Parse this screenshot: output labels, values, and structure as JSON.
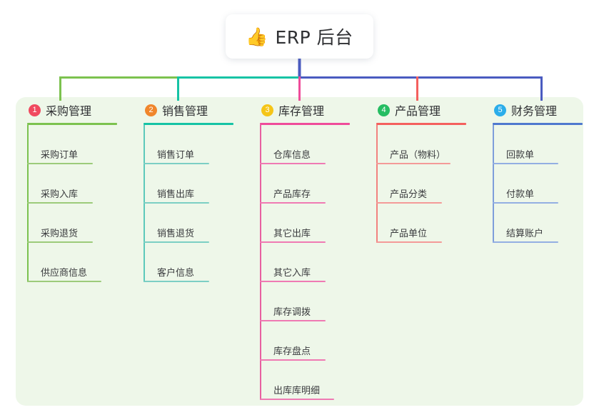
{
  "root": {
    "icon": "thumbs-up-icon",
    "emoji": "👍",
    "title": "ERP 后台"
  },
  "colors": {
    "panel_bg": "#eef7e9",
    "root_stem": "#4a5bc0",
    "bar_left": "#7cc24f",
    "bar_mid": "#16c3a5",
    "bar_right": "#4a5bc0",
    "page_bg": "#ffffff",
    "text": "#2f3033"
  },
  "columns": [
    {
      "number": "1",
      "badge_color": "#f0495f",
      "line_color": "#7cc24f",
      "title": "采购管理",
      "items": [
        "采购订单",
        "采购入库",
        "采购退货",
        "供应商信息"
      ]
    },
    {
      "number": "2",
      "badge_color": "#f0862c",
      "line_color": "#16c3a5",
      "title": "销售管理",
      "items": [
        "销售订单",
        "销售出库",
        "销售退货",
        "客户信息"
      ]
    },
    {
      "number": "3",
      "badge_color": "#f5c518",
      "line_color": "#ef4c9a",
      "title": "库存管理",
      "items": [
        "仓库信息",
        "产品库存",
        "其它出库",
        "其它入库",
        "库存调拨",
        "库存盘点",
        "出库库明细"
      ]
    },
    {
      "number": "4",
      "badge_color": "#25bd62",
      "line_color": "#f4605e",
      "title": "产品管理",
      "items": [
        "产品（物料）",
        "产品分类",
        "产品单位"
      ]
    },
    {
      "number": "5",
      "badge_color": "#2badea",
      "line_color": "#6e93d8",
      "title": "财务管理",
      "items": [
        "回款单",
        "付款单",
        "结算账户"
      ]
    }
  ]
}
